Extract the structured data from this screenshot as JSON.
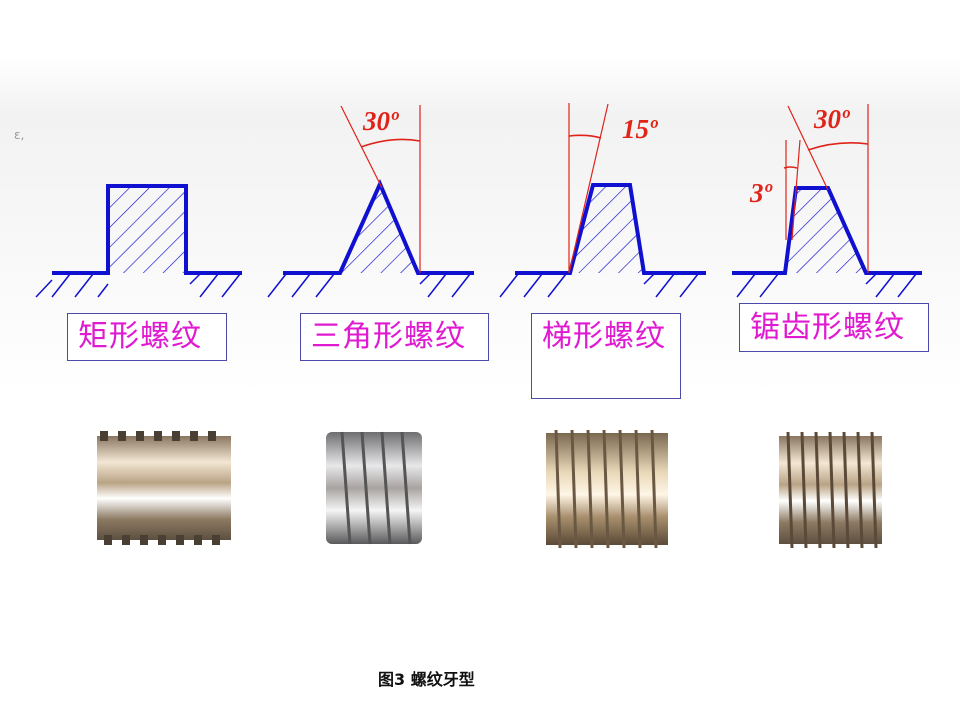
{
  "thread_types": [
    {
      "label": "矩形螺纹",
      "angles": []
    },
    {
      "label": "三角形螺纹",
      "angles": [
        "30º"
      ]
    },
    {
      "label": "梯形螺纹",
      "angles": [
        "15º"
      ]
    },
    {
      "label": "锯齿形螺纹",
      "angles": [
        "30º",
        "3º"
      ]
    }
  ],
  "caption": "图3 螺纹牙型",
  "colors": {
    "profile": "#1010d0",
    "angle": "#e0241a",
    "label": "#e01ad0"
  }
}
